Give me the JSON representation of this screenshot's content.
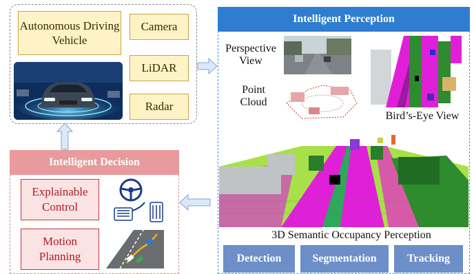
{
  "vehicle": {
    "title": "Autonomous Driving Vehicle",
    "sensors": [
      "Camera",
      "LiDAR",
      "Radar"
    ]
  },
  "perception": {
    "title": "Intelligent Perception",
    "perspective_label": "Perspective View",
    "pointcloud_label": "Point Cloud",
    "bev_label": "Bird’s-Eye View",
    "occupancy_label": "3D Semantic Occupancy Perception",
    "tasks": [
      "Detection",
      "Segmentation",
      "Tracking"
    ]
  },
  "decision": {
    "title": "Intelligent Decision",
    "items": [
      "Explainable Control",
      "Motion Planning"
    ]
  },
  "colors": {
    "perception_blue": "#2f7dd0",
    "task_blue": "#6c8fc9",
    "decision_pink": "#e89a9c",
    "decision_red": "#b11a20",
    "sensor_fill": "#fdf3c7",
    "occupancy_magenta": "#e020d8",
    "occupancy_green": "#2e8b2e"
  },
  "icons": [
    "car-photo",
    "steering-wheel-icon",
    "pedal-icon",
    "trajectory-icon",
    "flow-arrow"
  ]
}
